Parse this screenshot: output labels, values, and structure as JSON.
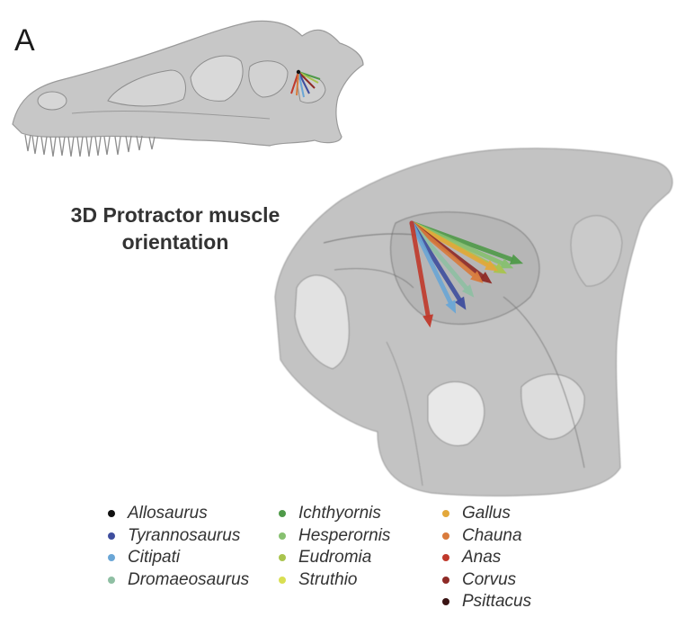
{
  "panel_label": "A",
  "heading": {
    "line1": "3D Protractor muscle",
    "line2": "orientation"
  },
  "legend": {
    "columns": [
      [
        {
          "label": "Allosaurus",
          "color": "#111111"
        },
        {
          "label": "Tyrannosaurus",
          "color": "#3f4e9e"
        },
        {
          "label": "Citipati",
          "color": "#6aa6d6"
        },
        {
          "label": "Dromaeosaurus",
          "color": "#8fbfa3"
        }
      ],
      [
        {
          "label": "Ichthyornis",
          "color": "#4f9a49"
        },
        {
          "label": "Hesperornis",
          "color": "#87c070"
        },
        {
          "label": "Eudromia",
          "color": "#a9c44e"
        },
        {
          "label": "Struthio",
          "color": "#d9df52"
        }
      ],
      [
        {
          "label": "Gallus",
          "color": "#e3a83b"
        },
        {
          "label": "Chauna",
          "color": "#d97b3c"
        },
        {
          "label": "Anas",
          "color": "#c0392b"
        },
        {
          "label": "Corvus",
          "color": "#8e2a26"
        },
        {
          "label": "Psittacus",
          "color": "#3a1414"
        }
      ]
    ]
  },
  "vectors": [
    {
      "species": "Ichthyornis",
      "color": "#4f9a49",
      "angle_deg": 20,
      "length": 132
    },
    {
      "species": "Hesperornis",
      "color": "#87c070",
      "angle_deg": 24,
      "length": 124
    },
    {
      "species": "Eudromia",
      "color": "#a9c44e",
      "angle_deg": 28,
      "length": 120
    },
    {
      "species": "Gallus",
      "color": "#e3a83b",
      "angle_deg": 29,
      "length": 110
    },
    {
      "species": "Corvus",
      "color": "#8e2a26",
      "angle_deg": 37,
      "length": 112
    },
    {
      "species": "Chauna",
      "color": "#d97b3c",
      "angle_deg": 40,
      "length": 104
    },
    {
      "species": "Dromaeosaurus",
      "color": "#8fbfa3",
      "angle_deg": 50,
      "length": 108
    },
    {
      "species": "Tyrannosaurus",
      "color": "#3f4e9e",
      "angle_deg": 58,
      "length": 114
    },
    {
      "species": "Citipati",
      "color": "#6aa6d6",
      "angle_deg": 64,
      "length": 112
    },
    {
      "species": "Anas",
      "color": "#c0392b",
      "angle_deg": 80,
      "length": 118
    }
  ]
}
